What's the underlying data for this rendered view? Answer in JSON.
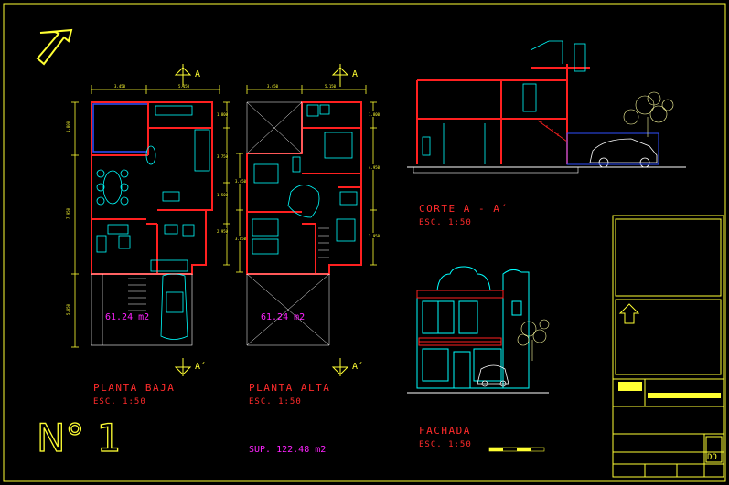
{
  "sheet_number": "N° 1",
  "plans": {
    "ground": {
      "title": "PLANTA BAJA",
      "scale": "ESC. 1:50",
      "area": "61.24 m2",
      "section_mark": "A",
      "section_mark_end": "A´"
    },
    "upper": {
      "title": "PLANTA ALTA",
      "scale": "ESC. 1:50",
      "area": "61.24 m2",
      "section_mark": "A",
      "section_mark_end": "A´"
    }
  },
  "section": {
    "title": "CORTE A - A´",
    "scale": "ESC. 1:50"
  },
  "facade": {
    "title": "FACHADA",
    "scale": "ESC. 1:50"
  },
  "total_area": "SUP. 122.48 m2",
  "colors": {
    "wall": "#ff2020",
    "furniture": "#00ffff",
    "dimension": "#ffff33",
    "frame": "#ffff33",
    "text_red": "#ff2b2b",
    "area": "#ff22ff"
  },
  "title_block": {
    "sheet_code": "DO"
  }
}
